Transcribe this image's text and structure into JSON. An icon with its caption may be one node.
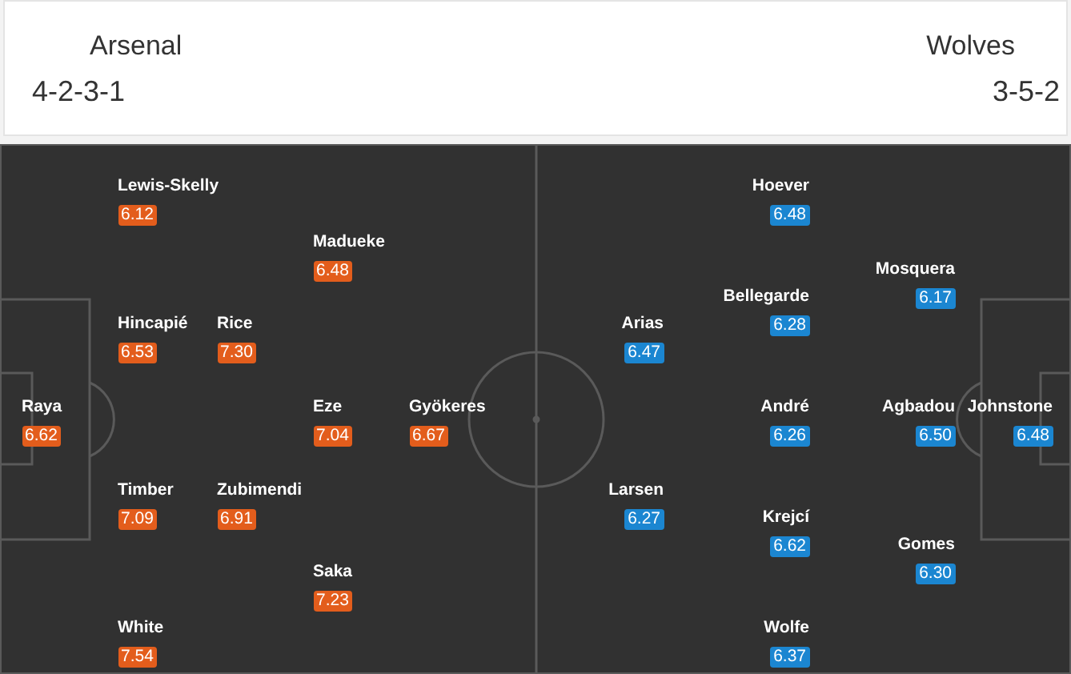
{
  "diagram": {
    "nodes": [
      {
        "text": [
          "Lewis-Skelly",
          "6.12"
        ]
      },
      {
        "text": [
          "Madueke",
          "6.48"
        ]
      },
      {
        "text": [
          "Hincapié",
          "6.53"
        ]
      },
      {
        "text": [
          "Rice",
          "7.30"
        ]
      },
      {
        "text": [
          "Raya",
          "6.62"
        ]
      },
      {
        "text": [
          "Eze",
          "7.04"
        ]
      },
      {
        "text": [
          "Gyökeres",
          "6.67"
        ]
      },
      {
        "text": [
          "Timber",
          "7.09"
        ]
      },
      {
        "text": [
          "Zubimendi",
          "6.91"
        ]
      },
      {
        "text": [
          "Saka",
          "7.23"
        ]
      },
      {
        "text": [
          "White",
          "7.54"
        ]
      },
      {
        "text": [
          "Hoever",
          "6.48"
        ]
      },
      {
        "text": [
          "Mosquera",
          "6.17"
        ]
      },
      {
        "text": [
          "Bellegarde",
          "6.28"
        ]
      },
      {
        "text": [
          "Arias",
          "6.47"
        ]
      },
      {
        "text": [
          "André",
          "6.26"
        ]
      },
      {
        "text": [
          "Agbadou",
          "6.50"
        ]
      },
      {
        "text": [
          "Johnstone",
          "6.48"
        ]
      },
      {
        "text": [
          "Larsen",
          "6.27"
        ]
      },
      {
        "text": [
          "Krejcí",
          "6.62"
        ]
      },
      {
        "text": [
          "Gomes",
          "6.30"
        ]
      },
      {
        "text": [
          "Wolfe",
          "6.37"
        ]
      }
    ],
    "labels": [
      "Arsenal",
      "4-2-3-1",
      "Wolves",
      "3-5-2"
    ]
  }
}
